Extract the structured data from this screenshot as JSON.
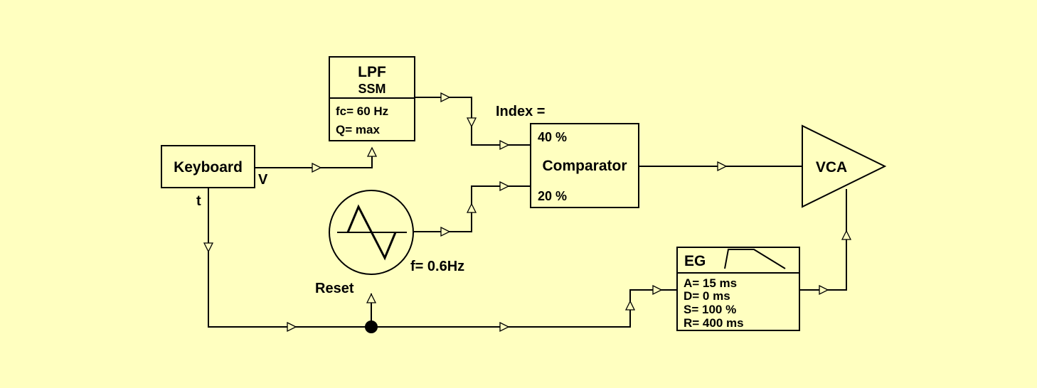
{
  "keyboard": {
    "label": "Keyboard",
    "out_v": "V",
    "out_t": "t"
  },
  "lpf": {
    "title": "LPF",
    "subtitle": "SSM",
    "fc": "fc= 60 Hz",
    "q": "Q= max"
  },
  "oscillator": {
    "freq": "f= 0.6Hz",
    "reset": "Reset",
    "waveform": "triangle-wave-icon"
  },
  "comparator": {
    "index": "Index =",
    "top_pct": "40 %",
    "label": "Comparator",
    "bottom_pct": "20 %"
  },
  "vca": {
    "label": "VCA"
  },
  "eg": {
    "title": "EG",
    "envelope": "adsr-envelope-icon",
    "a": "A= 15 ms",
    "d": "D= 0 ms",
    "s": "S= 100 %",
    "r": "R= 400 ms"
  },
  "colors": {
    "background": "#ffffc0",
    "stroke": "#000000"
  }
}
